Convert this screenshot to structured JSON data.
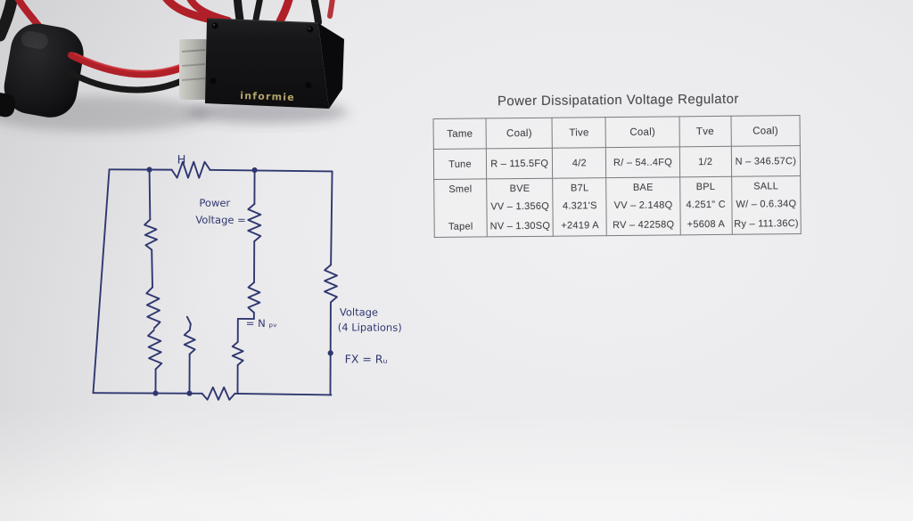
{
  "photo": {
    "device_label": "informie",
    "colors": {
      "wire_red": "#b02028",
      "wire_red_hi": "#d4343c",
      "wire_black": "#191919",
      "box_front": "#161618",
      "box_side": "#0a0a0c",
      "label_gold": "#b3a468",
      "connector_gray": "#bdbdb8"
    }
  },
  "circuit": {
    "ink": "#2f3770",
    "labels": {
      "top_resistor": "H",
      "power_1": "Power",
      "power_2": "Voltage =",
      "n_node": "= N ₚᵥ",
      "voltage_note_1": "Voltage",
      "voltage_note_2": "(4 Lipations)",
      "fx_node": "FX = Rᵤ"
    }
  },
  "table": {
    "title": "Power Dissipatation Voltage Regulator",
    "headers": [
      "Tame",
      "Coal)",
      "Tive",
      "Coal)",
      "Tve",
      "Coal)"
    ],
    "rows": {
      "tune": [
        "Tune",
        "R – 115.5FQ",
        "4/2",
        "R/ – 54..4FQ",
        "1/2",
        "N – 346.57C)"
      ],
      "smel_line1": [
        "Smel",
        "BVE",
        "B7L",
        "BAE",
        "BPL",
        "SALL"
      ],
      "smel_line2": [
        "",
        "VV – 1.356Q",
        "4.321'S",
        "VV – 2.148Q",
        "4.251\" C",
        "W/ – 0.6.34Q"
      ],
      "tapel": [
        "Tapel",
        "NV – 1.30SQ",
        "+2419 A",
        "RV – 42258Q",
        "+5608 A",
        "Ry – 111.36C)"
      ]
    }
  }
}
